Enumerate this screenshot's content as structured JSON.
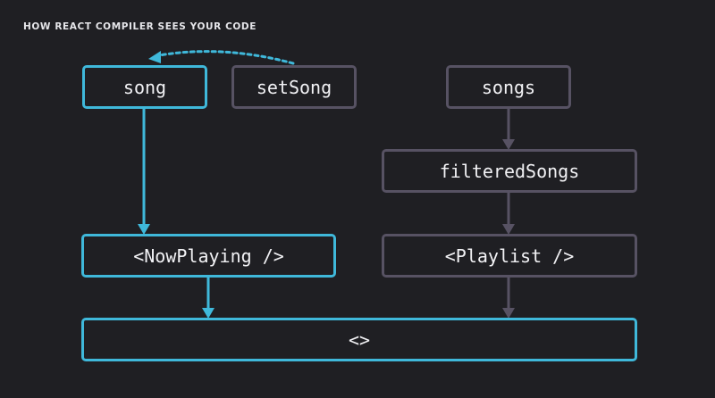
{
  "caption": "HOW REACT COMPILER SEES YOUR CODE",
  "colors": {
    "background": "#1f1f23",
    "active": "#3fb8da",
    "muted": "#575263",
    "text": "#f2f2f5"
  },
  "nodes": {
    "song": "song",
    "set_song": "setSong",
    "songs": "songs",
    "filtered_songs": "filteredSongs",
    "now_playing": "<NowPlaying />",
    "playlist": "<Playlist />",
    "fragment": "<>"
  }
}
